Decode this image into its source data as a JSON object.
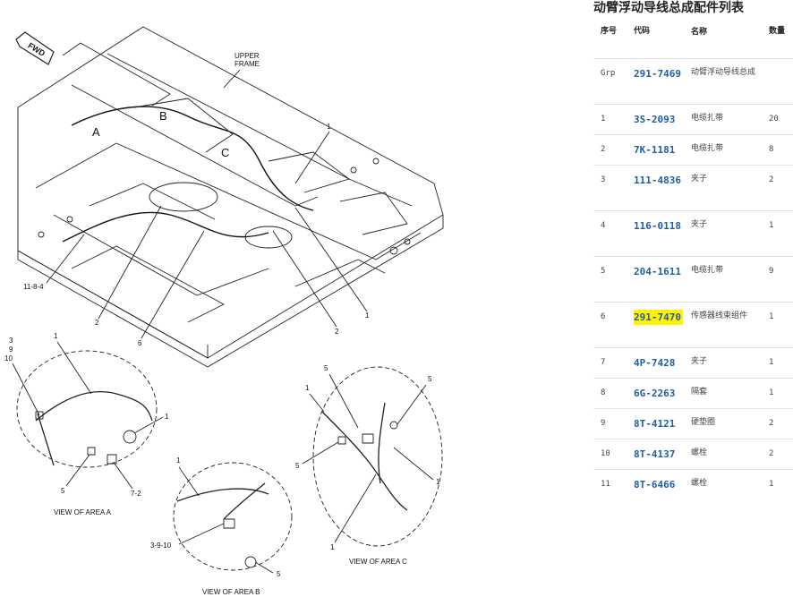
{
  "drawing": {
    "fwd": "FWD",
    "upper_frame_1": "UPPER",
    "upper_frame_2": "FRAME",
    "area_a": "A",
    "area_b": "B",
    "area_c": "C",
    "callout_1_top": "1",
    "callout_1_right": "1",
    "callout_2_left": "2",
    "callout_2_right": "2",
    "callout_6": "6",
    "callout_11_8_4": "11-8-4",
    "view_a": "VIEW OF AREA A",
    "view_b": "VIEW OF AREA B",
    "view_c": "VIEW OF AREA C",
    "va_3": "3",
    "va_9": "9",
    "va_10": "10",
    "va_1_top": "1",
    "va_1_right": "1",
    "va_5": "5",
    "va_7_2": "7-2",
    "vb_1": "1",
    "vb_3_9_10": "3-9-10",
    "vb_5": "5",
    "vc_5_top": "5",
    "vc_5_right": "5",
    "vc_1_left": "1",
    "vc_5_left": "5",
    "vc_1_right": "1",
    "vc_1_bottom": "1"
  },
  "parts_list": {
    "title": "动臂浮动导线总成配件列表",
    "headers": {
      "seq": "序号",
      "code": "代码",
      "name": "名称",
      "qty": "数量"
    },
    "highlight_color": "#fff200",
    "link_color": "#1f5fa3",
    "rows": [
      {
        "seq": "Grp",
        "code": "291-7469",
        "name": "动臂浮动导线总成",
        "qty": ""
      },
      {
        "seq": "1",
        "code": "3S-2093",
        "name": "电缆扎带",
        "qty": "20"
      },
      {
        "seq": "2",
        "code": "7K-1181",
        "name": "电缆扎带",
        "qty": "8"
      },
      {
        "seq": "3",
        "code": "111-4836",
        "name": "夹子",
        "qty": "2"
      },
      {
        "seq": "4",
        "code": "116-0118",
        "name": "夹子",
        "qty": "1"
      },
      {
        "seq": "5",
        "code": "204-1611",
        "name": "电缆扎带",
        "qty": "9"
      },
      {
        "seq": "6",
        "code": "291-7470",
        "name": "传感器线束组件",
        "qty": "1",
        "highlighted": true
      },
      {
        "seq": "7",
        "code": "4P-7428",
        "name": "夹子",
        "qty": "1"
      },
      {
        "seq": "8",
        "code": "6G-2263",
        "name": "隔套",
        "qty": "1"
      },
      {
        "seq": "9",
        "code": "8T-4121",
        "name": "硬垫圈",
        "qty": "2"
      },
      {
        "seq": "10",
        "code": "8T-4137",
        "name": "螺栓",
        "qty": "2"
      },
      {
        "seq": "11",
        "code": "8T-6466",
        "name": "螺栓",
        "qty": "1"
      }
    ]
  }
}
